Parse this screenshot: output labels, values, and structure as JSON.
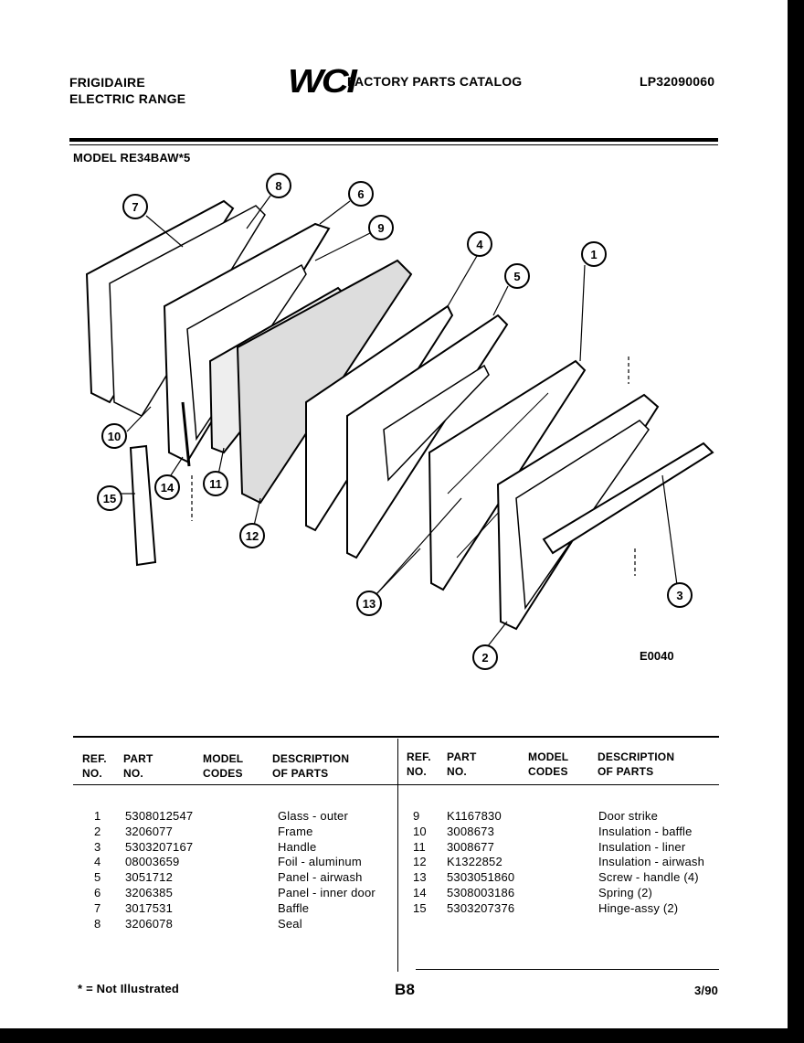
{
  "header": {
    "brand": "FRIGIDAIRE",
    "appliance": "ELECTRIC RANGE",
    "logo": "WCI",
    "catalog_title": "FACTORY PARTS CATALOG",
    "catalog_number": "LP32090060",
    "model": "MODEL RE34BAW*5"
  },
  "diagram": {
    "callouts": [
      "1",
      "2",
      "3",
      "4",
      "5",
      "6",
      "7",
      "8",
      "9",
      "10",
      "11",
      "12",
      "13",
      "14",
      "15"
    ],
    "figure_code": "E0040"
  },
  "table": {
    "headers": {
      "ref": [
        "REF.",
        "NO."
      ],
      "part": [
        "PART",
        "NO."
      ],
      "model": [
        "MODEL",
        "CODES"
      ],
      "desc": [
        "DESCRIPTION",
        "OF PARTS"
      ]
    },
    "left_rows": [
      {
        "ref": "1",
        "part": "5308012547",
        "desc": "Glass - outer"
      },
      {
        "ref": "2",
        "part": "3206077",
        "desc": "Frame"
      },
      {
        "ref": "3",
        "part": "5303207167",
        "desc": "Handle"
      },
      {
        "ref": "4",
        "part": "08003659",
        "desc": "Foil - aluminum"
      },
      {
        "ref": "5",
        "part": "3051712",
        "desc": "Panel - airwash"
      },
      {
        "ref": "6",
        "part": "3206385",
        "desc": "Panel - inner door"
      },
      {
        "ref": "7",
        "part": "3017531",
        "desc": "Baffle"
      },
      {
        "ref": "8",
        "part": "3206078",
        "desc": "Seal"
      }
    ],
    "right_rows": [
      {
        "ref": "9",
        "part": "K1167830",
        "desc": "Door strike"
      },
      {
        "ref": "10",
        "part": "3008673",
        "desc": "Insulation - baffle"
      },
      {
        "ref": "11",
        "part": "3008677",
        "desc": "Insulation - liner"
      },
      {
        "ref": "12",
        "part": "K1322852",
        "desc": "Insulation - airwash"
      },
      {
        "ref": "13",
        "part": "5303051860",
        "desc": "Screw - handle (4)"
      },
      {
        "ref": "14",
        "part": "5308003186",
        "desc": "Spring (2)"
      },
      {
        "ref": "15",
        "part": "5303207376",
        "desc": "Hinge-assy (2)"
      }
    ]
  },
  "footer": {
    "note": "* = Not Illustrated",
    "page": "B8",
    "date": "3/90"
  }
}
